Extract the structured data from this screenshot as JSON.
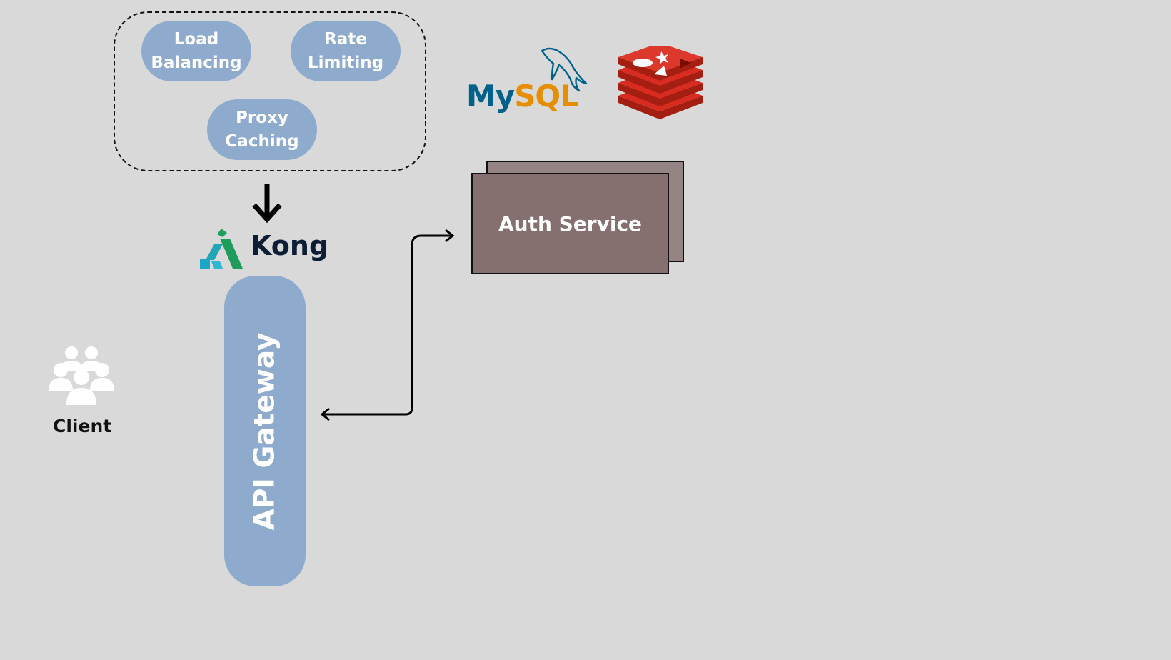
{
  "features": {
    "load_balancing": "Load\nBalancing",
    "rate_limiting": "Rate\nLimiting",
    "proxy_caching": "Proxy\nCaching"
  },
  "gateway": {
    "label": "API Gateway",
    "product": "Kong"
  },
  "client": {
    "label": "Client"
  },
  "auth_service": {
    "label": "Auth Service"
  },
  "datastores": {
    "mysql_my": "My",
    "mysql_sql": "SQL",
    "mysql_colors": {
      "my": "#00618a",
      "sql": "#e48e00"
    },
    "redis_icon": "redis-icon"
  },
  "colors": {
    "background": "#d9d9d9",
    "pill": "#8eabcd",
    "auth_front": "#85706f",
    "auth_back": "#948584"
  }
}
